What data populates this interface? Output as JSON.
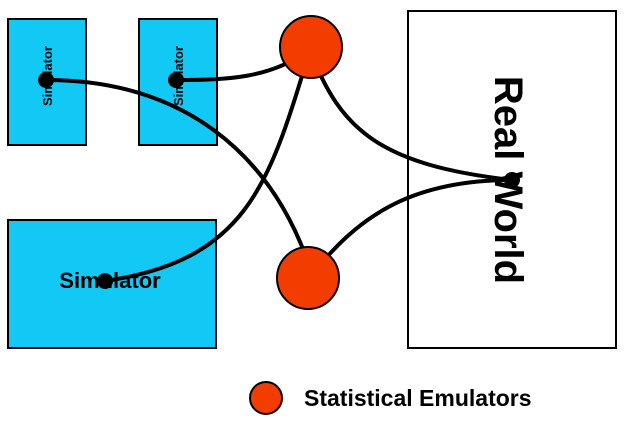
{
  "diagram": {
    "simulators": [
      {
        "id": "simulator-a",
        "label": "Simulator"
      },
      {
        "id": "simulator-b",
        "label": "Simulator"
      },
      {
        "id": "simulator-c",
        "label": "Simulator"
      }
    ],
    "real_world": {
      "label": "Real World"
    },
    "emulators": [
      {
        "id": "emulator-top"
      },
      {
        "id": "emulator-bottom"
      }
    ],
    "legend": {
      "label": "Statistical Emulators"
    },
    "colors": {
      "simulator_fill": "#12C8F5",
      "emulator_fill": "#F23C00",
      "line": "#000000",
      "real_world_fill": "#FFFFFF"
    }
  }
}
